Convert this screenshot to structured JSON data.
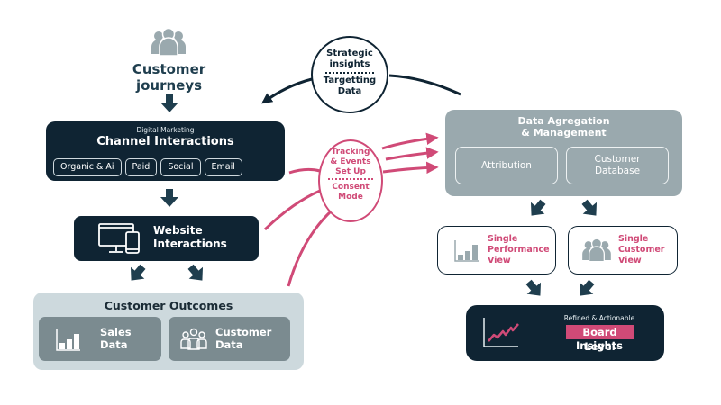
{
  "colors": {
    "navy": "#0f2433",
    "accent_pink": "#d04a77",
    "outcomes_bg": "#cdd9dd",
    "outcome_card": "#7b8b90",
    "aggregation_bg": "#9aa9ae",
    "icon_gray": "#9aa9ae"
  },
  "customer_journeys": {
    "icon": "people-group-icon",
    "title": "Customer journeys"
  },
  "channel_interactions": {
    "subtitle": "Digital Marketing",
    "title": "Channel Interactions",
    "channels": [
      "Organic & Ai",
      "Paid",
      "Social",
      "Email"
    ]
  },
  "website_interactions": {
    "icon": "desktop-mobile-icon",
    "line1": "Website",
    "line2": "Interactions"
  },
  "customer_outcomes": {
    "title": "Customer Outcomes",
    "cards": [
      {
        "icon": "bar-chart-icon",
        "line1": "Sales",
        "line2": "Data"
      },
      {
        "icon": "people-outline-icon",
        "line1": "Customer",
        "line2": "Data"
      }
    ]
  },
  "strategic_circle": {
    "top_line1": "Strategic",
    "top_line2": "insights",
    "bottom_line1": "Targetting",
    "bottom_line2": "Data"
  },
  "tracking_circle": {
    "top_line1": "Tracking",
    "top_line2": "& Events",
    "top_line3": "Set Up",
    "bottom_line1": "Consent",
    "bottom_line2": "Mode"
  },
  "data_aggregation": {
    "title_line1": "Data Agregation",
    "title_line2": "& Management",
    "cards": [
      {
        "line1": "Attribution",
        "line2": ""
      },
      {
        "line1": "Customer",
        "line2": "Database"
      }
    ]
  },
  "views": [
    {
      "icon": "bar-chart-icon",
      "line1": "Single",
      "line2": "Performance",
      "line3": "View"
    },
    {
      "icon": "people-group-icon",
      "line1": "Single",
      "line2": "Customer",
      "line3": "View"
    }
  ],
  "board_insights": {
    "icon": "trend-line-chart-icon",
    "subtitle": "Refined & Actionable",
    "highlight": "Board Level",
    "title": "Insights"
  }
}
